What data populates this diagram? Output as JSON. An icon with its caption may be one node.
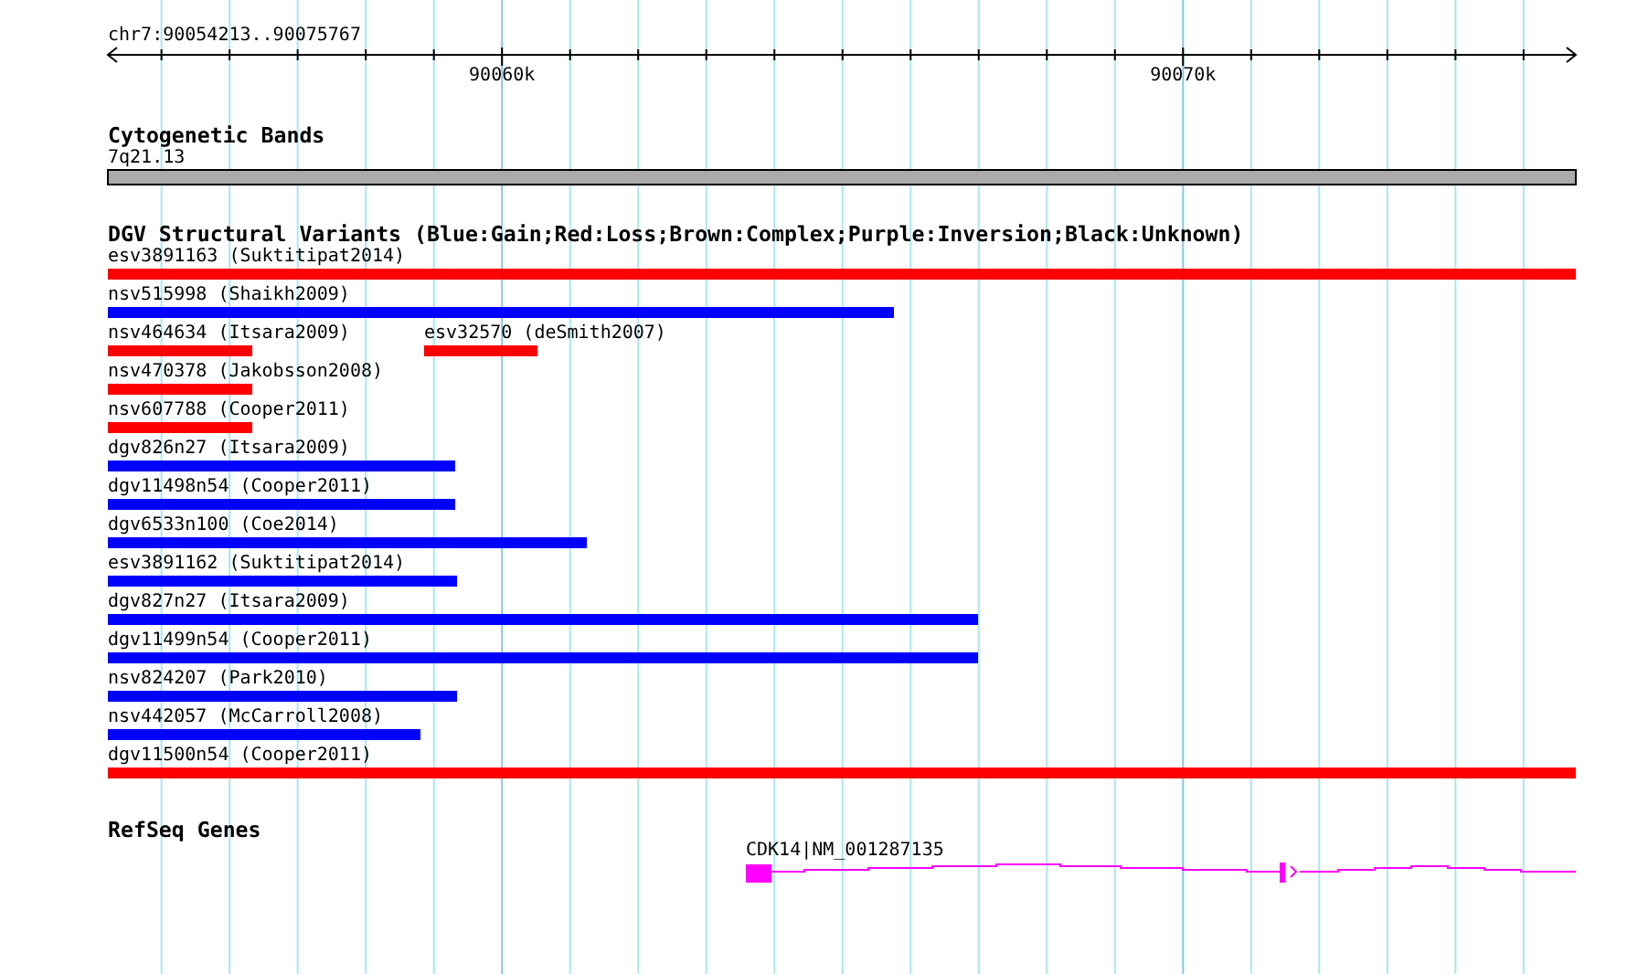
{
  "diagram": {
    "labels": [
      "chr7:90054213..90075767",
      "90060k",
      "90070k",
      "Cytogenetic Bands",
      "7q21.13",
      "DGV Structural Variants (Blue:Gain;Red:Loss;Brown:Complex;Purple:Inversion;Black:Unknown)",
      "esv3891163 (Suktitipat2014)",
      "nsv515998 (Shaikh2009)",
      "nsv464634 (Itsara2009)",
      "esv32570 (deSmith2007)",
      "nsv470378 (Jakobsson2008)",
      "nsv607788 (Cooper2011)",
      "dgv826n27 (Itsara2009)",
      "dgv11498n54 (Cooper2011)",
      "dgv6533n100 (Coe2014)",
      "esv3891162 (Suktitipat2014)",
      "dgv827n27 (Itsara2009)",
      "dgv11499n54 (Cooper2011)",
      "nsv824207 (Park2010)",
      "nsv442057 (McCarroll2008)",
      "dgv11500n54 (Cooper2011)",
      "RefSeq Genes",
      "CDK14|NM_001287135"
    ]
  }
}
